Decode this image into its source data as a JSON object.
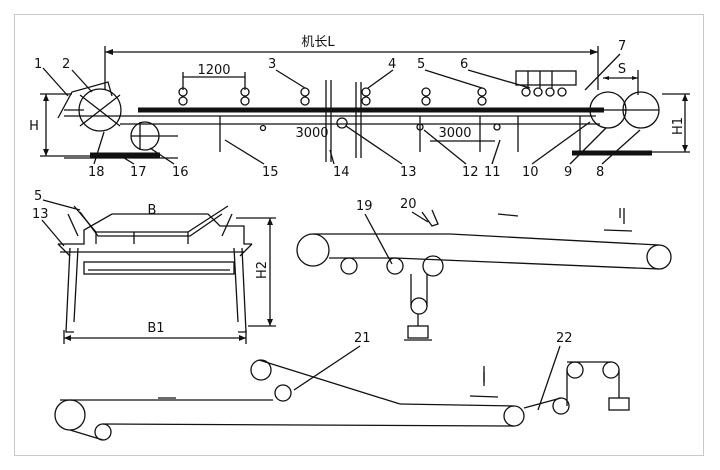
{
  "dims": {
    "machine_length": "机长L",
    "H": "H",
    "H1": "H1",
    "H2": "H2",
    "S": "S",
    "B": "B",
    "B1": "B1",
    "spacing_1200": "1200",
    "spacing_3000_a": "3000",
    "spacing_3000_b": "3000"
  },
  "part_numbers": [
    "1",
    "2",
    "3",
    "4",
    "5",
    "6",
    "7",
    "8",
    "9",
    "10",
    "11",
    "12",
    "13",
    "14",
    "15",
    "16",
    "17",
    "18",
    "5",
    "13",
    "19",
    "20",
    "21",
    "22"
  ],
  "roman_marks": [
    "I",
    "I"
  ]
}
